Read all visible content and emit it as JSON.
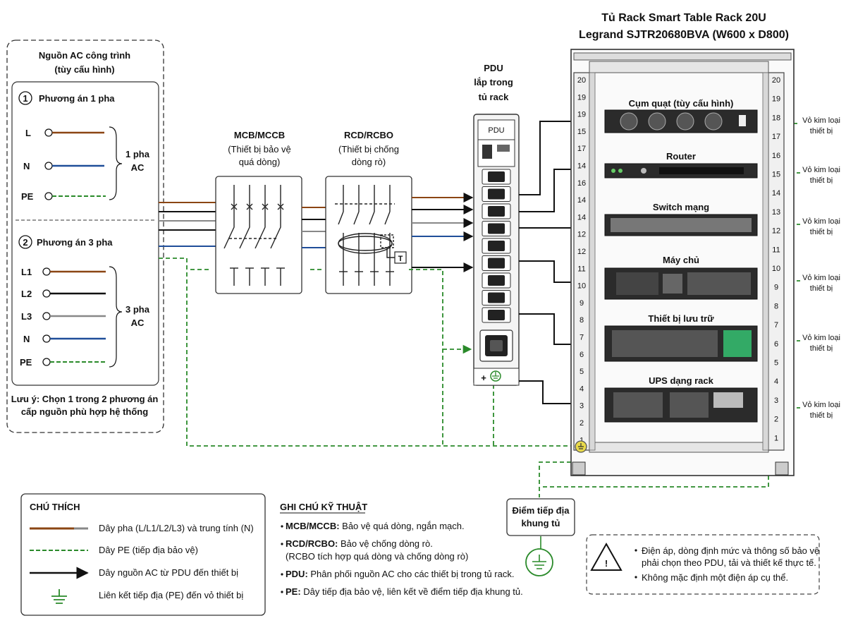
{
  "rack": {
    "title": "Tủ Rack Smart Table Rack 20U",
    "subtitle": "Legrand SJTR20680BVA (W600 x D800)",
    "units_left": [
      "20",
      "19",
      "19",
      "15",
      "17",
      "14",
      "16",
      "14",
      "14",
      "12",
      "12",
      "11",
      "10",
      "9",
      "8",
      "7",
      "6",
      "5",
      "4",
      "3",
      "2",
      "1"
    ],
    "units_right": [
      "20",
      "19",
      "18",
      "17",
      "16",
      "15",
      "14",
      "13",
      "12",
      "11",
      "10",
      "9",
      "8",
      "7",
      "6",
      "5",
      "4",
      "3",
      "2",
      "1"
    ]
  },
  "source": {
    "title1": "Nguồn AC công trình",
    "title2": "(tùy cấu hình)",
    "opt1_num": "1",
    "opt1": "Phương án 1 pha",
    "opt1_lines": [
      "L",
      "N",
      "PE"
    ],
    "opt1_label1": "1 pha",
    "opt1_label2": "AC",
    "opt2_num": "2",
    "opt2": "Phương án 3 pha",
    "opt2_lines": [
      "L1",
      "L2",
      "L3",
      "N",
      "PE"
    ],
    "opt2_label1": "3 pha",
    "opt2_label2": "AC",
    "note1": "Lưu ý: Chọn 1 trong 2 phương án",
    "note2": "cấp nguồn phù hợp hệ thống"
  },
  "mcb": {
    "l1": "MCB/MCCB",
    "l2": "(Thiết bị bảo vệ",
    "l3": "quá dòng)"
  },
  "rcd": {
    "l1": "RCD/RCBO",
    "l2": "(Thiết bị chống",
    "l3": "dòng rò)",
    "test": "T"
  },
  "pdu": {
    "l1": "PDU",
    "l2": "lắp trong",
    "l3": "tủ rack",
    "label": "PDU",
    "plus": "+"
  },
  "devices": [
    {
      "name": "Cụm quạt (tùy cấu hình)",
      "chassis1": "Vỏ kim loại",
      "chassis2": "thiết bị"
    },
    {
      "name": "Router",
      "chassis1": "Vỏ kim loại",
      "chassis2": "thiết bị"
    },
    {
      "name": "Switch mạng",
      "chassis1": "Vỏ kim loại",
      "chassis2": "thiết bị"
    },
    {
      "name": "Máy chủ",
      "chassis1": "Vỏ kim loại",
      "chassis2": "thiết bị"
    },
    {
      "name": "Thiết bị lưu trữ",
      "chassis1": "Vỏ kim loại",
      "chassis2": "thiết bị"
    },
    {
      "name": "UPS dạng rack",
      "chassis1": "Vỏ kim loại",
      "chassis2": "thiết bị"
    }
  ],
  "ground_point": {
    "l1": "Điểm tiếp địa",
    "l2": "khung tủ"
  },
  "legend": {
    "title": "CHÚ THÍCH",
    "items": [
      "Dây pha (L/L1/L2/L3) và trung tính (N)",
      "Dây PE (tiếp địa bảo vệ)",
      "Dây nguồn AC từ PDU đến thiết bị",
      "Liên kết tiếp địa (PE) đến vỏ thiết bị"
    ]
  },
  "notes": {
    "title": "GHI CHÚ KỸ THUẬT",
    "items": [
      {
        "k": "MCB/MCCB:",
        "v": "Bảo vệ quá dòng, ngắn mạch."
      },
      {
        "k": "RCD/RCBO:",
        "v": "Bảo vệ chống dòng rò.",
        "extra": "(RCBO tích hợp quá dòng và chống dòng rò)"
      },
      {
        "k": "PDU:",
        "v": "Phân phối nguồn AC cho các thiết bị trong tủ rack."
      },
      {
        "k": "PE:",
        "v": "Dây tiếp địa bảo vệ, liên kết về điểm tiếp địa khung tủ."
      }
    ]
  },
  "warning": {
    "l1": "Điện áp, dòng định mức và thông số bảo vệ",
    "l2": "phải chọn theo PDU, tải và thiết kế thực tế.",
    "l3": "Không mặc định một điện áp cụ thể."
  },
  "colors": {
    "phase_l": "#8b4513",
    "phase_n": "#1f4e99",
    "phase_l2": "#111111",
    "phase_l3": "#888888",
    "pe": "#2a8a2a"
  }
}
